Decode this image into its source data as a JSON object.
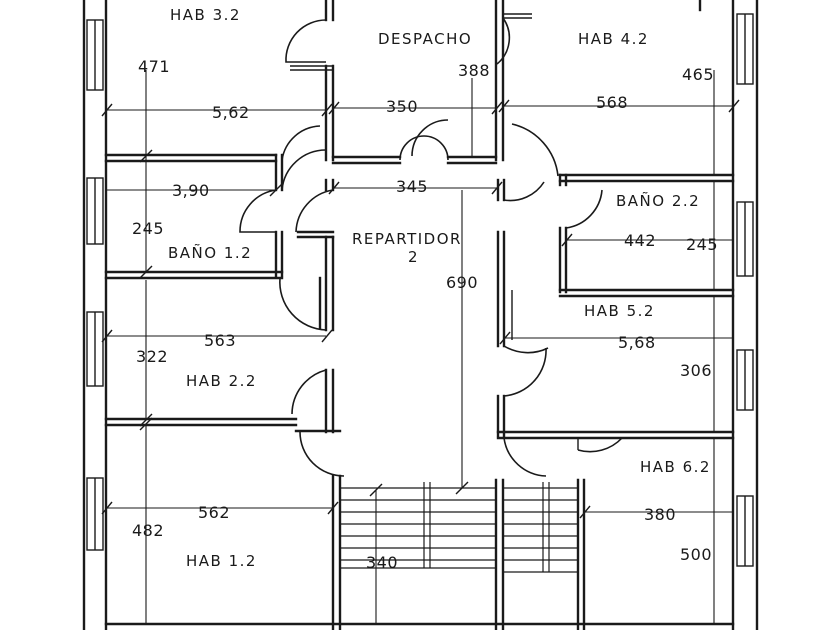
{
  "rooms": {
    "hab32": "HAB 3.2",
    "despacho": "DESPACHO",
    "hab42": "HAB 4.2",
    "bano22": "BAÑO 2.2",
    "bano12": "BAÑO 1.2",
    "repartidor_line1": "REPARTIDOR",
    "repartidor_line2": "2",
    "hab52": "HAB 5.2",
    "hab22": "HAB 2.2",
    "hab62": "HAB 6.2",
    "hab12": "HAB 1.2"
  },
  "dimensions": {
    "d471": "471",
    "d562_top": "5,62",
    "d350": "350",
    "d388": "388",
    "d568_top": "568",
    "d465": "465",
    "d390": "3,90",
    "d345": "345",
    "d245_left": "245",
    "d442": "442",
    "d245_right": "245",
    "d690": "690",
    "d563": "563",
    "d322": "322",
    "d568_mid": "5,68",
    "d306": "306",
    "d562_bottom": "562",
    "d482": "482",
    "d380": "380",
    "d340": "340",
    "d500": "500"
  }
}
